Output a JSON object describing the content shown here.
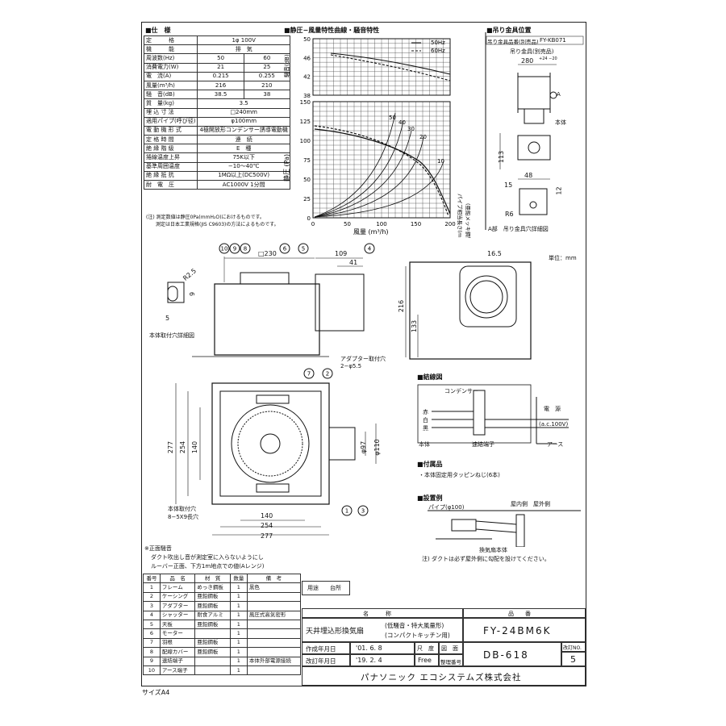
{
  "spec": {
    "heading": "■仕　様",
    "rows": [
      {
        "k": "定　　　格",
        "v": "1φ 100V",
        "v2": ""
      },
      {
        "k": "機　　　能",
        "v": "排　気",
        "v2": ""
      },
      {
        "k": "周波数(Hz)",
        "v": "50",
        "v2": "60"
      },
      {
        "k": "消費電力(W)",
        "v": "21",
        "v2": "25"
      },
      {
        "k": "電　流(A)",
        "v": "0.215",
        "v2": "0.255"
      },
      {
        "k": "風量(m³/h)",
        "v": "216",
        "v2": "210"
      },
      {
        "k": "騒　音(dB)",
        "v": "38.5",
        "v2": "38"
      },
      {
        "k": "質　量(kg)",
        "v": "3.5",
        "v2": ""
      },
      {
        "k": "埋 込 寸 法",
        "v": "□240mm",
        "v2": ""
      },
      {
        "k": "適用パイプ(呼び径)",
        "v": "φ100mm",
        "v2": ""
      },
      {
        "k": "電 動 機 形 式",
        "v": "4極開放形コンデンサー誘導電動機",
        "v2": ""
      },
      {
        "k": "定 格 時 間",
        "v": "連　続",
        "v2": ""
      },
      {
        "k": "絶 縁 階 級",
        "v": "E　種",
        "v2": ""
      },
      {
        "k": "捲線温度上昇",
        "v": "75K以下",
        "v2": ""
      },
      {
        "k": "基準周囲温度",
        "v": "−10〜40℃",
        "v2": ""
      },
      {
        "k": "絶 縁 抵 抗",
        "v": "1MΩ以上(DC500V)",
        "v2": ""
      },
      {
        "k": "耐　電　圧",
        "v": "AC1000V 1分間",
        "v2": ""
      }
    ],
    "note1": "(注) 測定数値は静圧0Pa(mmH₂O)におけるものです。",
    "note2": "測定は日本工業規格(JIS C9603)の方法によるものです。"
  },
  "graph": {
    "heading": "■静圧−風量特性曲線・騒音特性",
    "legend_50": "50Hz",
    "legend_60": "60Hz",
    "noise_label": "騒音(dB)",
    "noise_ticks": [
      "50",
      "46",
      "42",
      "38"
    ],
    "pressure_label": "静圧 (Pa)",
    "pressure_ticks": [
      "150",
      "125",
      "100",
      "75",
      "50",
      "25",
      "0"
    ],
    "x_ticks": [
      "0",
      "50",
      "100",
      "150",
      "200"
    ],
    "x_label": "風量 (m³/h)",
    "pipe_label": "パイプ相当長さ(m)",
    "pipe_label2": "(亜鉛メッキ鋼管φ100)",
    "pipe_lengths": [
      "50",
      "40",
      "30",
      "20",
      "10"
    ]
  },
  "hanger": {
    "heading": "■吊り金具位置",
    "part": "吊り金具品番(別売品)",
    "part_no": "FY-KB071",
    "title": "吊り金具(別売品)",
    "dim_280": "280",
    "dim_tol": "+24 −20",
    "body": "本体",
    "label_a": "A",
    "dim_113": "113",
    "dim_48": "48",
    "dim_15": "15",
    "dim_12": "12",
    "dim_r6": "R6",
    "caption": "A部　吊り金具穴詳細図"
  },
  "unit": "単位：mm",
  "side": {
    "dim_230": "□230",
    "dim_109": "109",
    "dim_41": "41",
    "dim_165": "16.5",
    "dim_216": "216",
    "dim_133": "133",
    "hole_r": "R2.5",
    "hole_9": "9",
    "hole_5": "5",
    "hole_caption": "本体取付穴詳細図",
    "adapter": "アダプター取付穴",
    "adapter2": "2−φ5.5",
    "balloons": [
      "10",
      "9",
      "8",
      "6",
      "5",
      "4"
    ]
  },
  "front": {
    "dim_277v": "277",
    "dim_254v": "254",
    "dim_140v": "140",
    "dim_140h": "140",
    "dim_254h": "254",
    "dim_277h": "277",
    "dim_97": "φ97",
    "dim_110": "φ110",
    "mount": "本体取付穴",
    "mount2": "8−5X9長穴",
    "balloons": [
      "7",
      "2",
      "1",
      "3"
    ]
  },
  "noise_note": {
    "title": "※正面騒音",
    "l1": "ダクト吹出し音が測定室に入らないようにし",
    "l2": "ルーバー正面、下方1m地点での値(Aレンジ)"
  },
  "wiring": {
    "heading": "■結線図",
    "condenser": "コンデンサー",
    "red": "赤",
    "white": "白",
    "black": "黒",
    "power": "電　源",
    "power2": "(a.c.100V)",
    "earth": "アース",
    "body": "本体",
    "terminal": "速結端子"
  },
  "accessories": {
    "heading": "■付属品",
    "item": "・本体固定用タッピンねじ(6本)"
  },
  "install": {
    "heading": "■設置例",
    "pipe": "パイプ(φ100)",
    "inside": "屋内側",
    "outside": "屋外側",
    "fan": "換気扇本体",
    "note": "注) ダクトは必ず屋外側に勾配を設けてください。"
  },
  "parts": {
    "header": [
      "番号",
      "品　名",
      "材　質",
      "数量",
      "備　考"
    ],
    "rows": [
      [
        "1",
        "フレーム",
        "めっき鋼板",
        "1",
        "黒色"
      ],
      [
        "2",
        "ケーシング",
        "亜鉛鋼板",
        "1",
        ""
      ],
      [
        "3",
        "アダプター",
        "亜鉛鋼板",
        "1",
        ""
      ],
      [
        "4",
        "シャッター",
        "耐食アルミ",
        "1",
        "風圧式高気密形"
      ],
      [
        "5",
        "天板",
        "亜鉛鋼板",
        "1",
        ""
      ],
      [
        "6",
        "モーター",
        "",
        "1",
        ""
      ],
      [
        "7",
        "羽根",
        "亜鉛鋼板",
        "1",
        ""
      ],
      [
        "8",
        "配線カバー",
        "亜鉛鋼板",
        "1",
        ""
      ],
      [
        "9",
        "速結端子",
        "",
        "1",
        "本体外部電源接続"
      ],
      [
        "10",
        "アース端子",
        "",
        "1",
        ""
      ]
    ]
  },
  "title_block": {
    "usage_label": "用途",
    "usage_value": "台所",
    "name_label": "名　　　称",
    "product_label": "品　　番",
    "name1": "天井埋込形換気扇",
    "name2": "(低騒音・特大風量形)",
    "name3": "(コンパクトキッチン用)",
    "product_no": "FY-24BM6K",
    "created_label": "作成年月日",
    "created": "'01. 6. 8",
    "revised_label": "改訂年月日",
    "revised": "'19. 2. 4",
    "scale_label": "尺　度",
    "scale": "Free",
    "drawing_label": "図　面",
    "ref_label": "整理番号",
    "drawing_no": "DB-618",
    "rev_label": "改訂NO.",
    "rev_no": "5",
    "company": "パナソニック エコシステムズ株式会社"
  },
  "size": "サイズA4"
}
